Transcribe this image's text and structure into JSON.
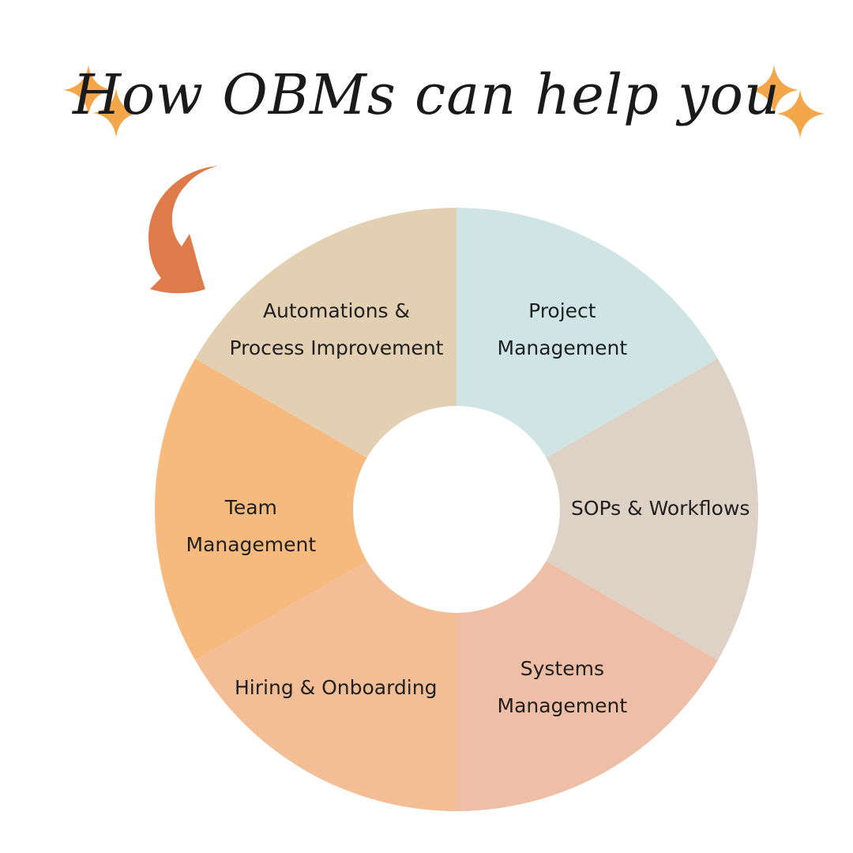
{
  "title": "How OBMs can help you",
  "colors": {
    "star": "#F4A74A",
    "arrow": "#DF7A4B",
    "text": "#1f1f1f"
  },
  "segments": [
    {
      "lines": [
        "Project",
        "Management"
      ],
      "color": "#CEE5E4"
    },
    {
      "lines": [
        "SOPs & Workflows"
      ],
      "color": "#DED1C5"
    },
    {
      "lines": [
        "Systems",
        "Management"
      ],
      "color": "#EEBEA6"
    },
    {
      "lines": [
        "Hiring & Onboarding"
      ],
      "color": "#F3BD95"
    },
    {
      "lines": [
        "Team",
        "Management"
      ],
      "color": "#F6BA7E"
    },
    {
      "lines": [
        "Automations &",
        "Process Improvement"
      ],
      "color": "#E3D0B2"
    }
  ]
}
